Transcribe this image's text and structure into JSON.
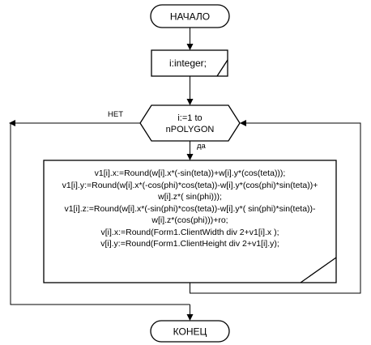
{
  "start": {
    "label": "НАЧАЛО"
  },
  "declare": {
    "label": "i:integer;"
  },
  "loop": {
    "line1": "i:=1 to",
    "line2": "nPOLYGON"
  },
  "branch": {
    "no": "НЕТ",
    "yes": "да"
  },
  "process": {
    "lines": [
      "v1[i].x:=Round(w[i].x*(-sin(teta))+w[i].y*(cos(teta)));",
      "v1[i].y:=Round(w[i].x*(-cos(phi)*cos(teta))-w[i].y*(cos(phi)*sin(teta))+",
      "w[i].z*( sin(phi)));",
      "v1[i].z:=Round(w[i].x*(-sin(phi)*cos(teta))-w[i].y*( sin(phi)*sin(teta))-",
      "w[i].z*(cos(phi)))+ro;",
      "v[i].x:=Round(Form1.ClientWidth div 2+v1[i].x );",
      "v[i].y:=Round(Form1.ClientHeight div 2+v1[i].y);"
    ]
  },
  "end": {
    "label": "КОНЕЦ"
  }
}
